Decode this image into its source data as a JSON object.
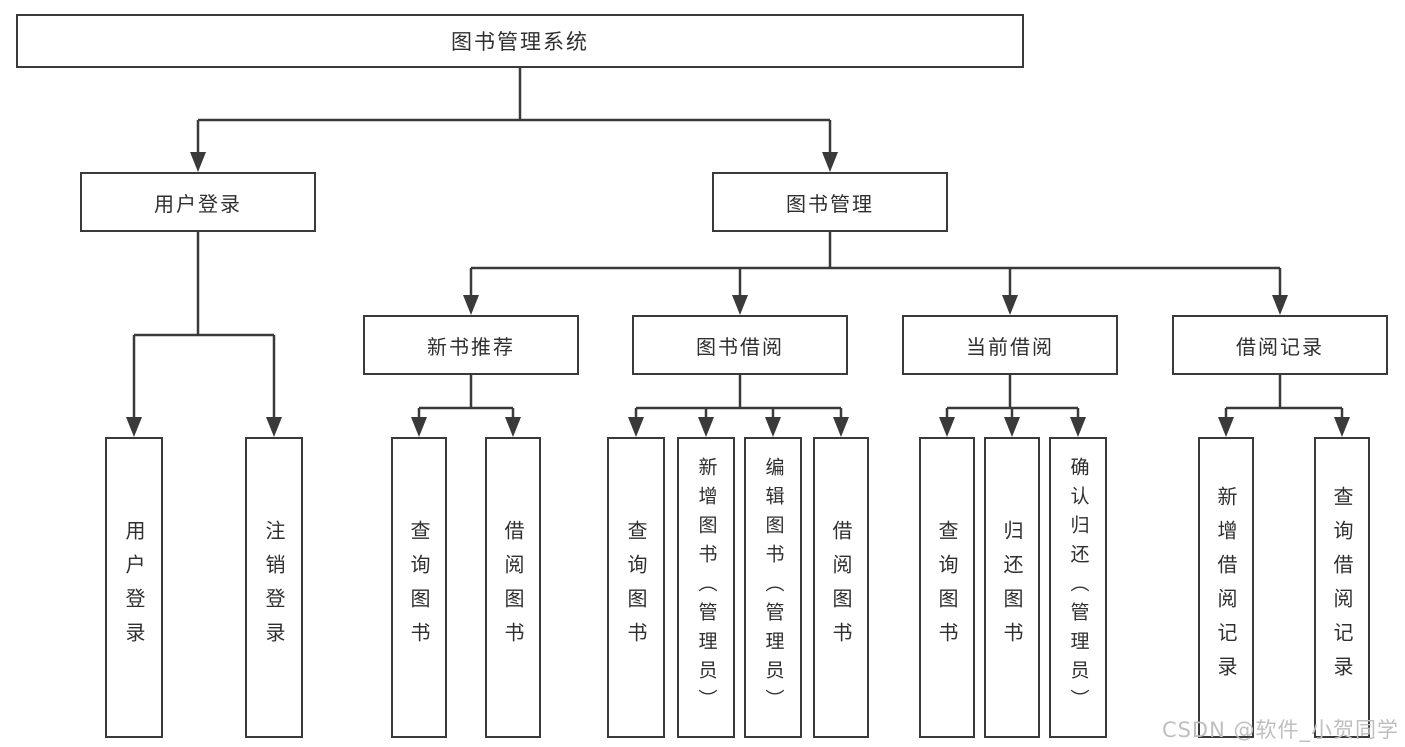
{
  "diagram_title": "图书管理系统",
  "nodes": {
    "root": {
      "label": "图书管理系统"
    },
    "branches": [
      {
        "label": "用户登录"
      },
      {
        "label": "图书管理"
      }
    ],
    "modules": [
      {
        "label": "新书推荐",
        "parent": "图书管理"
      },
      {
        "label": "图书借阅",
        "parent": "图书管理"
      },
      {
        "label": "当前借阅",
        "parent": "图书管理"
      },
      {
        "label": "借阅记录",
        "parent": "图书管理"
      }
    ],
    "leaves": [
      {
        "label": "用户登录",
        "parent": "用户登录"
      },
      {
        "label": "注销登录",
        "parent": "用户登录"
      },
      {
        "label": "查询图书",
        "parent": "新书推荐"
      },
      {
        "label": "借阅图书",
        "parent": "新书推荐"
      },
      {
        "label": "查询图书",
        "parent": "图书借阅"
      },
      {
        "label": "新增图书（管理员）",
        "parent": "图书借阅"
      },
      {
        "label": "编辑图书（管理员）",
        "parent": "图书借阅"
      },
      {
        "label": "借阅图书",
        "parent": "图书借阅"
      },
      {
        "label": "查询图书",
        "parent": "当前借阅"
      },
      {
        "label": "归还图书",
        "parent": "当前借阅"
      },
      {
        "label": "确认归还（管理员）",
        "parent": "当前借阅"
      },
      {
        "label": "新增借阅记录",
        "parent": "借阅记录"
      },
      {
        "label": "查询借阅记录",
        "parent": "借阅记录"
      }
    ]
  },
  "watermark": {
    "text": "CSDN @软件_小贺同学"
  },
  "colors": {
    "line": "#3a3a3a",
    "box_border": "#3a3a3a",
    "text": "#2f2f2f",
    "watermark": "#bfbfbf",
    "background": "#ffffff"
  }
}
